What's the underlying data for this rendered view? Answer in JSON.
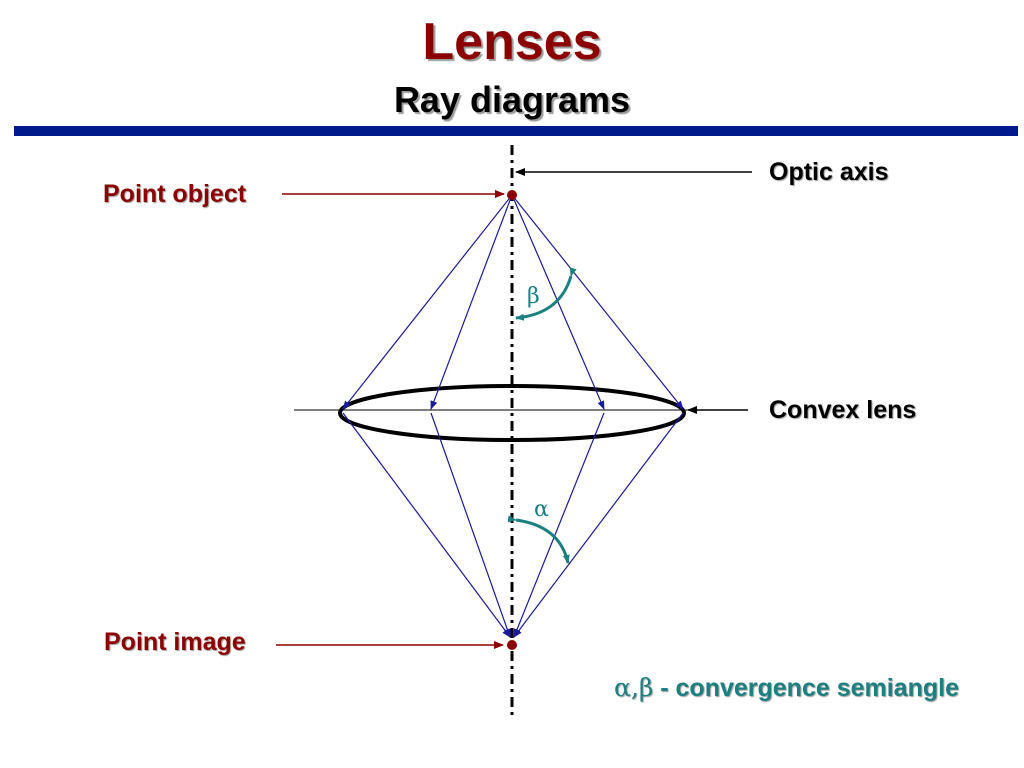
{
  "header": {
    "title": "Lenses",
    "subtitle": "Ray diagrams"
  },
  "labels": {
    "point_object": "Point object",
    "point_image": "Point image",
    "optic_axis": "Optic axis",
    "convex_lens": "Convex lens",
    "beta": "β",
    "alpha": "α",
    "legend_symbols": "α,β",
    "legend_text": " - convergence semiangle"
  },
  "colors": {
    "title": "#8B0000",
    "rule": "#001a8c",
    "rays": "#1a1a9e",
    "angle_arcs": "#1a8080",
    "points": "#8B0000"
  }
}
